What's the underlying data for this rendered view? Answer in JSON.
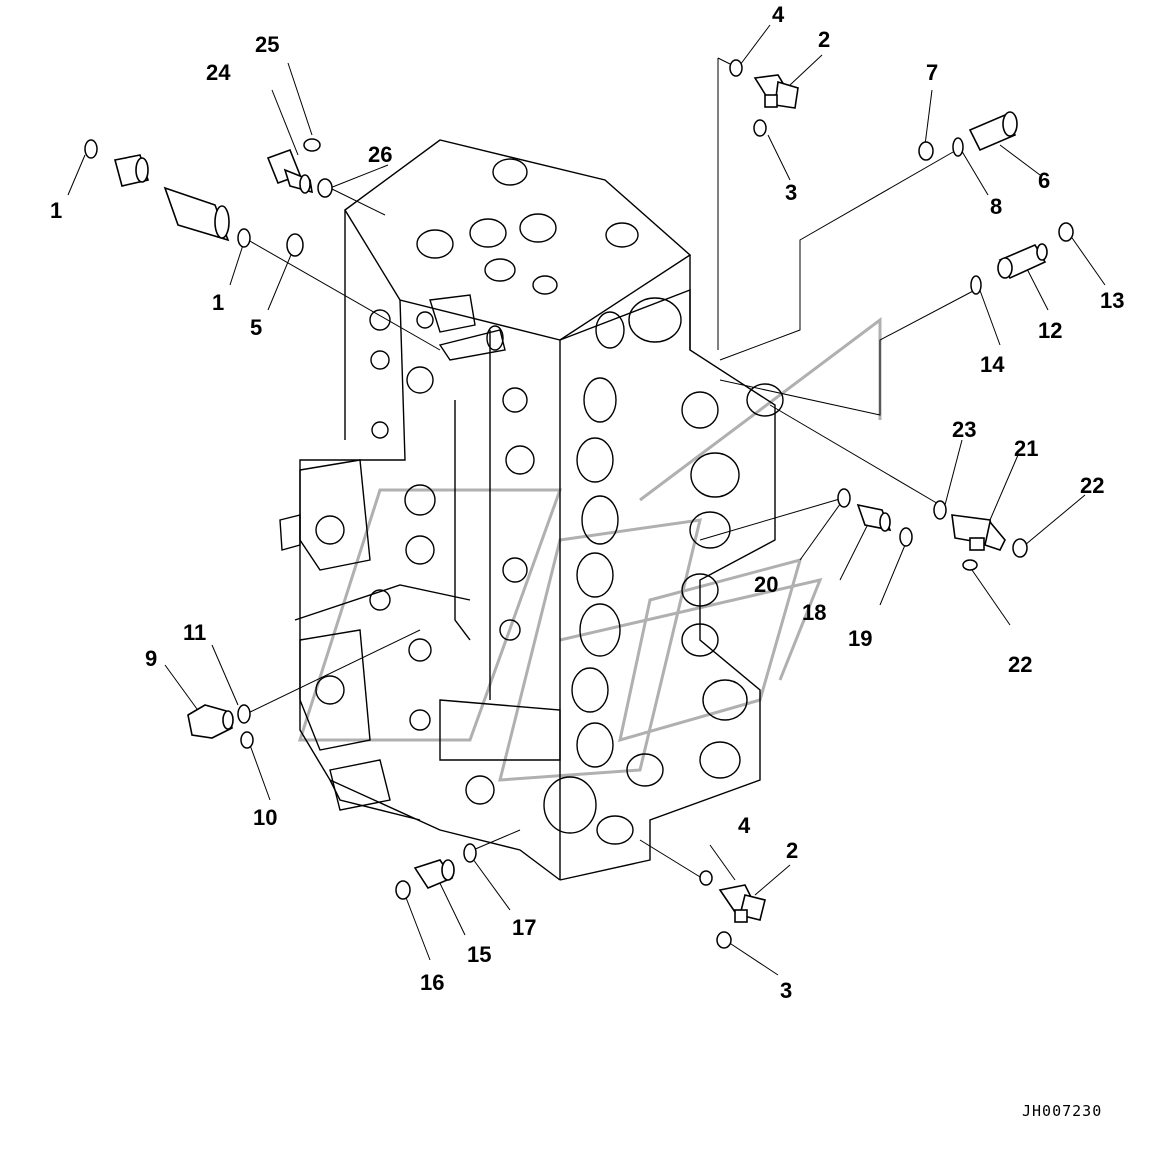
{
  "diagram": {
    "drawing_id": "JH007230",
    "callouts": [
      {
        "id": "c1a",
        "text": "1"
      },
      {
        "id": "c1b",
        "text": "1"
      },
      {
        "id": "c2a",
        "text": "2"
      },
      {
        "id": "c2b",
        "text": "2"
      },
      {
        "id": "c3a",
        "text": "3"
      },
      {
        "id": "c3b",
        "text": "3"
      },
      {
        "id": "c4a",
        "text": "4"
      },
      {
        "id": "c4b",
        "text": "4"
      },
      {
        "id": "c5",
        "text": "5"
      },
      {
        "id": "c6",
        "text": "6"
      },
      {
        "id": "c7",
        "text": "7"
      },
      {
        "id": "c8",
        "text": "8"
      },
      {
        "id": "c9",
        "text": "9"
      },
      {
        "id": "c10",
        "text": "10"
      },
      {
        "id": "c11",
        "text": "11"
      },
      {
        "id": "c12",
        "text": "12"
      },
      {
        "id": "c13",
        "text": "13"
      },
      {
        "id": "c14",
        "text": "14"
      },
      {
        "id": "c15",
        "text": "15"
      },
      {
        "id": "c16",
        "text": "16"
      },
      {
        "id": "c17",
        "text": "17"
      },
      {
        "id": "c18",
        "text": "18"
      },
      {
        "id": "c19",
        "text": "19"
      },
      {
        "id": "c20",
        "text": "20"
      },
      {
        "id": "c21",
        "text": "21"
      },
      {
        "id": "c22a",
        "text": "22"
      },
      {
        "id": "c22b",
        "text": "22"
      },
      {
        "id": "c23",
        "text": "23"
      },
      {
        "id": "c24",
        "text": "24"
      },
      {
        "id": "c25",
        "text": "25"
      },
      {
        "id": "c26",
        "text": "26"
      }
    ]
  }
}
